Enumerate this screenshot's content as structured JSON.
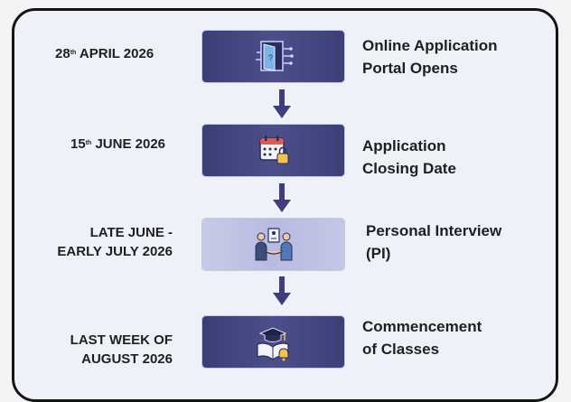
{
  "timeline": [
    {
      "date_main": "28",
      "date_sup": "th",
      "date_rest": " APRIL 2026",
      "title_line1": "Online Application",
      "title_line2": "Portal Opens",
      "icon": "door-icon"
    },
    {
      "date_main": "15",
      "date_sup": "th",
      "date_rest": " JUNE 2026",
      "title_line1": "Application",
      "title_line2": "Closing Date",
      "icon": "calendar-lock-icon"
    },
    {
      "date_line1": "LATE JUNE -",
      "date_line2": "EARLY JULY 2026",
      "title_line1": "Personal Interview",
      "title_line2": "(PI)",
      "icon": "handshake-icon"
    },
    {
      "date_line1": "LAST  WEEK OF",
      "date_line2": "AUGUST 2026",
      "title_line1": "Commencement",
      "title_line2": "of Classes",
      "icon": "graduation-book-bell-icon"
    }
  ],
  "colors": {
    "tile_dark": "#3b3d75",
    "tile_light": "#c4c7e4",
    "arrow": "#3f3d7c",
    "border": "#151515"
  }
}
